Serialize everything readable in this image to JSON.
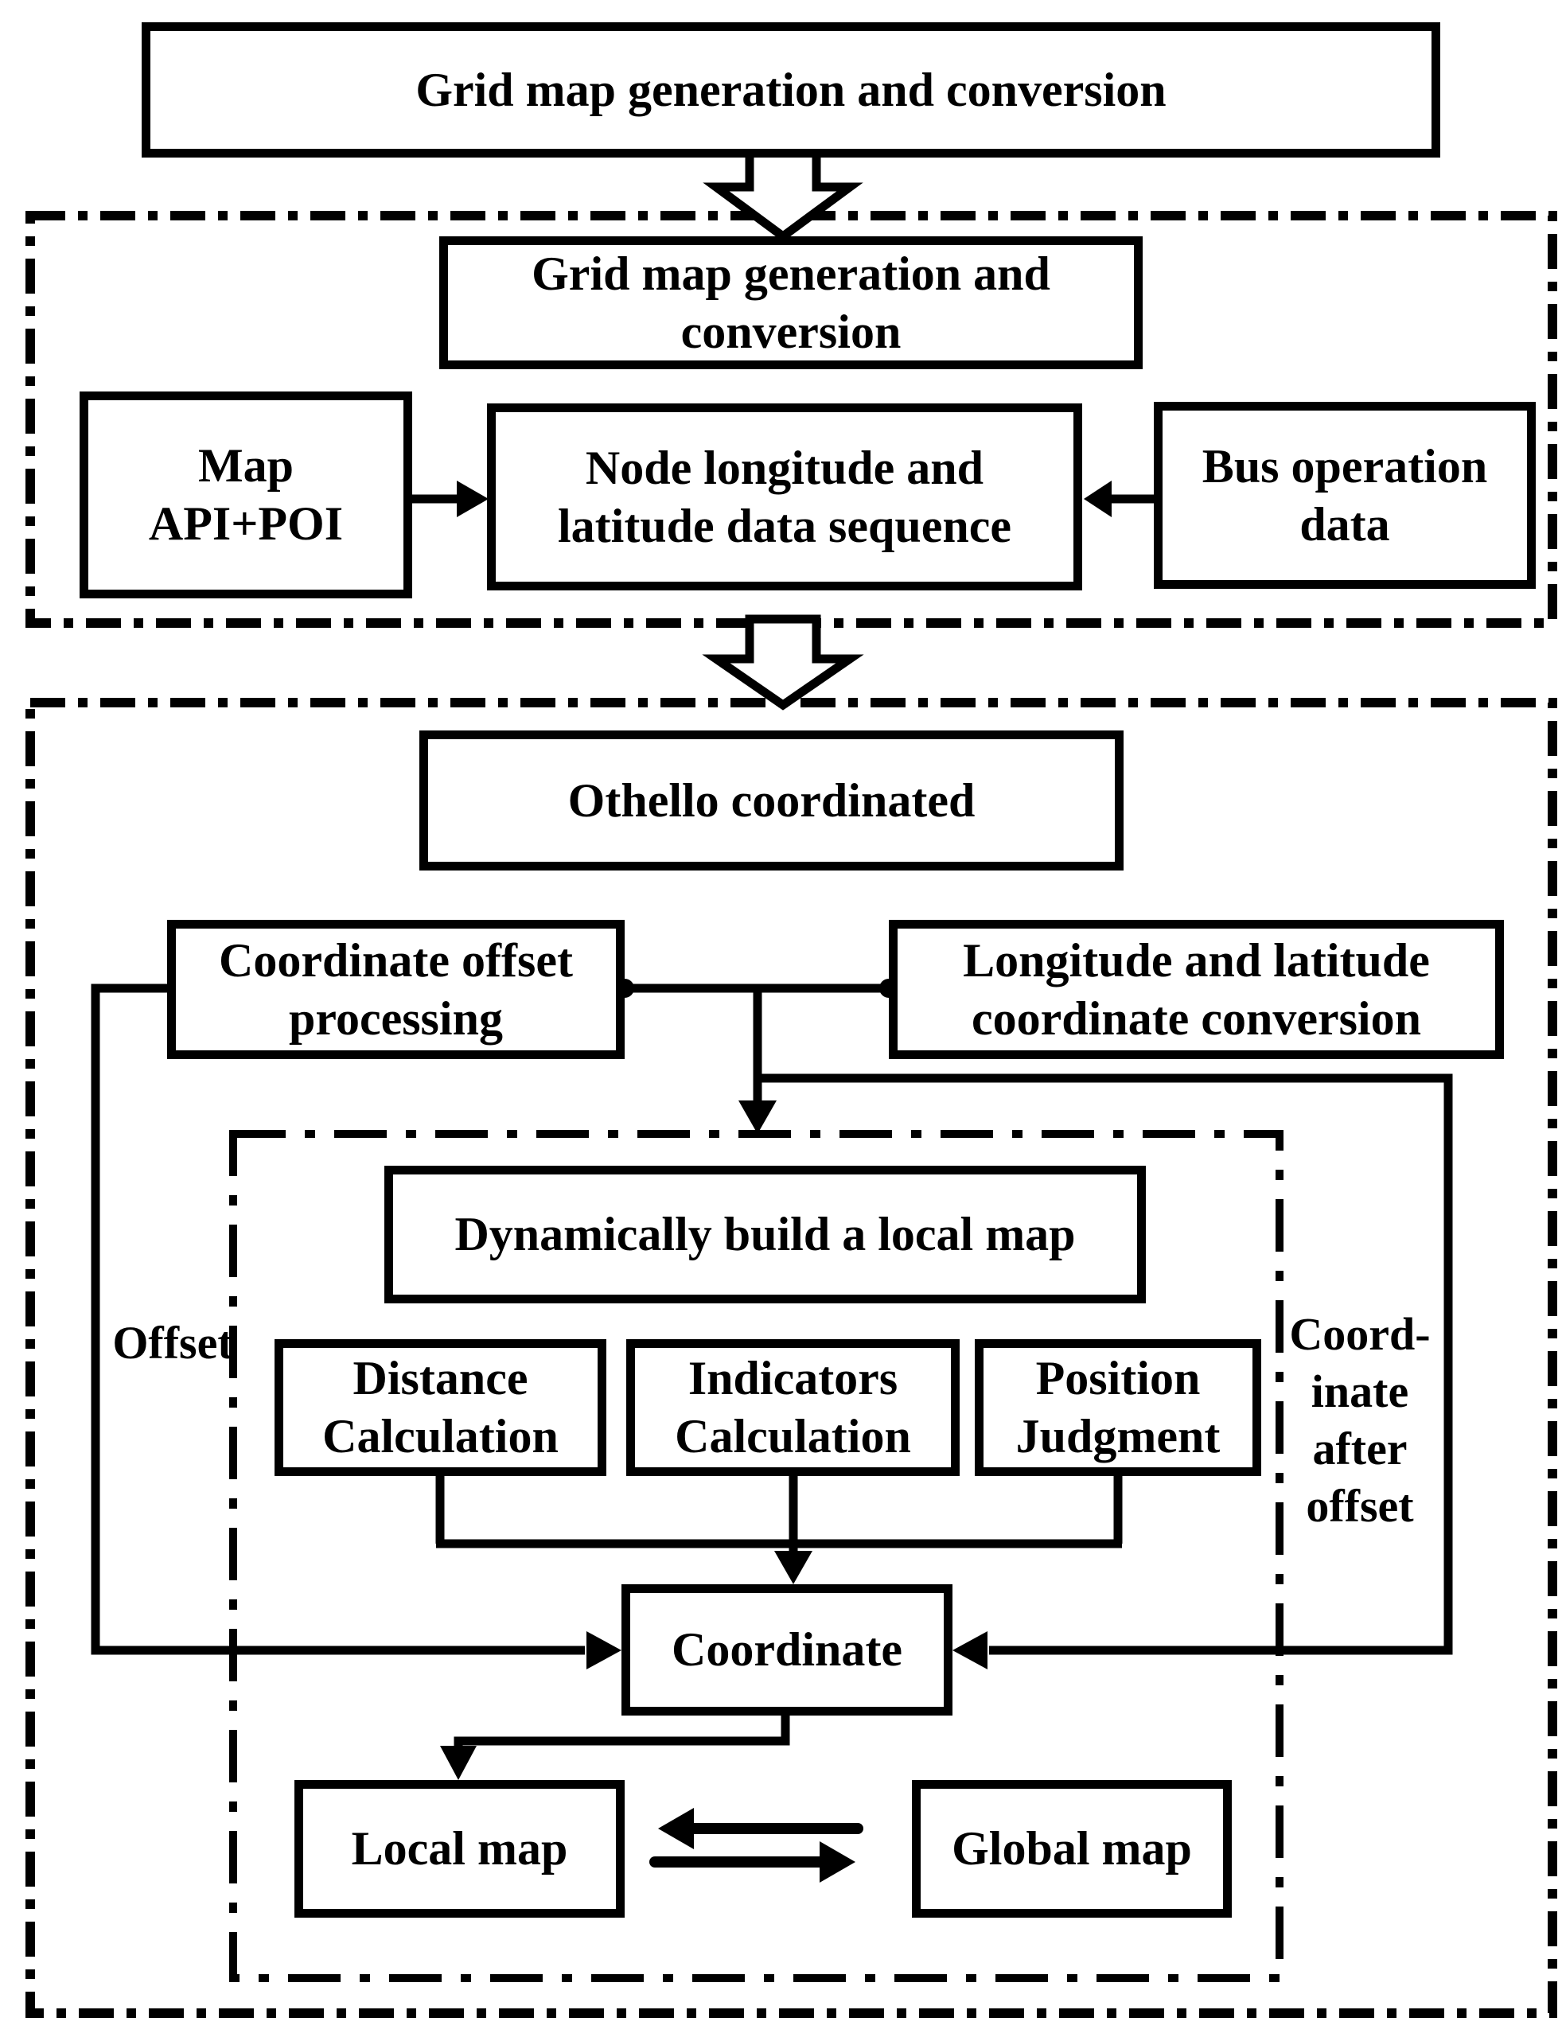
{
  "colors": {
    "ink": "#000000",
    "paper": "#ffffff"
  },
  "nodes": {
    "title": {
      "lines": [
        "Grid map generation and conversion"
      ]
    },
    "grid_conv": {
      "lines": [
        "Grid map generation and",
        "conversion"
      ]
    },
    "map_api": {
      "lines": [
        "Map",
        "API+POI"
      ]
    },
    "node_seq": {
      "lines": [
        "Node longitude and",
        "latitude data sequence"
      ]
    },
    "bus_data": {
      "lines": [
        "Bus operation",
        "data"
      ]
    },
    "othello": {
      "lines": [
        "Othello coordinated"
      ]
    },
    "coord_offset": {
      "lines": [
        "Coordinate offset",
        "processing"
      ]
    },
    "lonlat_conv": {
      "lines": [
        "Longitude and latitude",
        "coordinate conversion"
      ]
    },
    "dyn_local": {
      "lines": [
        "Dynamically build a local map"
      ]
    },
    "distance": {
      "lines": [
        "Distance",
        "Calculation"
      ]
    },
    "indicators": {
      "lines": [
        "Indicators",
        "Calculation"
      ]
    },
    "position": {
      "lines": [
        "Position",
        "Judgment"
      ]
    },
    "coordinate": {
      "lines": [
        "Coordinate"
      ]
    },
    "local_map": {
      "lines": [
        "Local map"
      ]
    },
    "global_map": {
      "lines": [
        "Global map"
      ]
    }
  },
  "labels": {
    "offset": "Offset",
    "coord_after_offset": [
      "Coord-",
      "inate",
      "after",
      "offset"
    ]
  }
}
